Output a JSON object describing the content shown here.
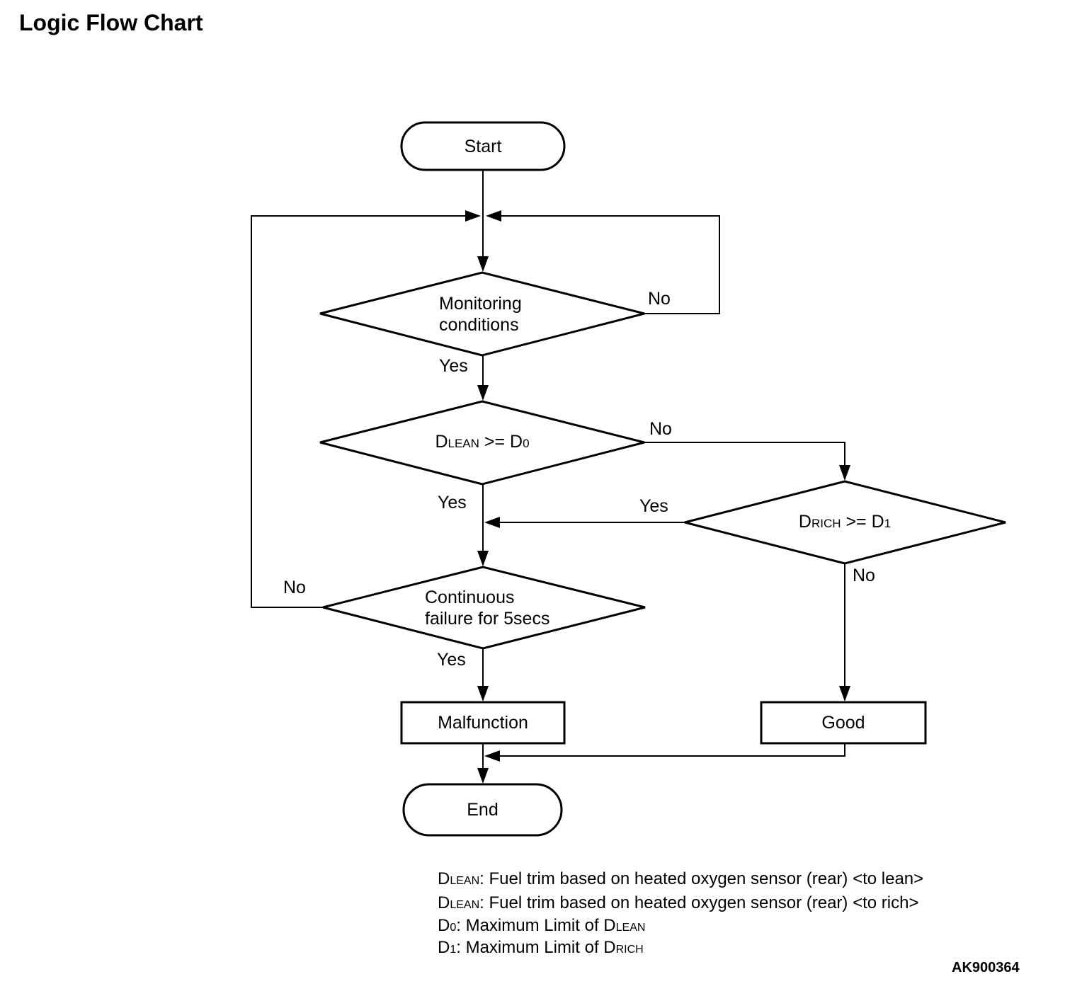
{
  "title": "Logic Flow Chart",
  "figure_code": "AK900364",
  "colors": {
    "line": "#000000",
    "background": "#ffffff"
  },
  "diagram_type": "flowchart",
  "nodes": {
    "start": {
      "type": "terminator",
      "label": "Start"
    },
    "monitoring": {
      "type": "decision",
      "line1": "Monitoring",
      "line2": "conditions"
    },
    "dlean": {
      "type": "decision",
      "p1": "D",
      "s1": "LEAN",
      "p2": " >= D",
      "s2": "0"
    },
    "drich": {
      "type": "decision",
      "p1": "D",
      "s1": "RICH",
      "p2": " >= D",
      "s2": "1"
    },
    "continuous": {
      "type": "decision",
      "line1": "Continuous",
      "line2": "failure for 5secs"
    },
    "malfunction": {
      "type": "process",
      "label": "Malfunction"
    },
    "good": {
      "type": "process",
      "label": "Good"
    },
    "end": {
      "type": "terminator",
      "label": "End"
    }
  },
  "edge_labels": {
    "monitoring_no": "No",
    "monitoring_yes": "Yes",
    "dlean_no": "No",
    "dlean_yes": "Yes",
    "drich_yes": "Yes",
    "drich_no": "No",
    "continuous_no": "No",
    "continuous_yes": "Yes"
  },
  "legend": {
    "lines": [
      {
        "p1": "D",
        "s1": "LEAN",
        "p2": ": Fuel trim based on heated oxygen sensor (rear) <to lean>",
        "s2": ""
      },
      {
        "p1": "D",
        "s1": "LEAN",
        "p2": ": Fuel trim based on heated oxygen sensor (rear) <to rich>",
        "s2": ""
      },
      {
        "p1": "D",
        "s1": "0",
        "p2": ": Maximum Limit of D",
        "s2": "LEAN"
      },
      {
        "p1": "D",
        "s1": "1",
        "p2": ": Maximum Limit of D",
        "s2": "RICH"
      }
    ]
  }
}
